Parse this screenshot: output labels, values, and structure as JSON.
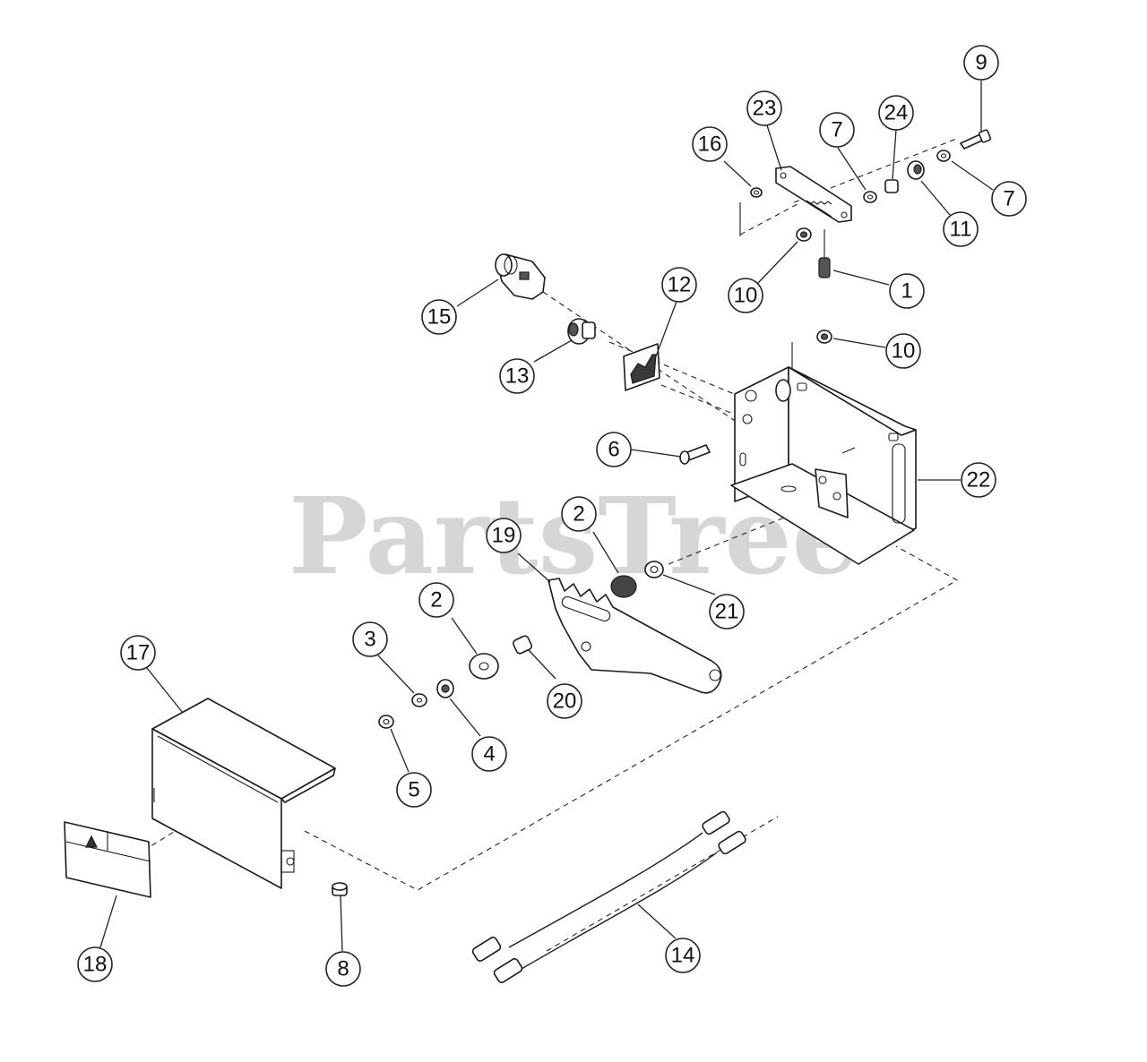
{
  "watermark": "PartsTree",
  "callouts": {
    "c1": "1",
    "c2a": "2",
    "c2b": "2",
    "c3": "3",
    "c4": "4",
    "c5": "5",
    "c6": "6",
    "c7a": "7",
    "c7b": "7",
    "c8": "8",
    "c9": "9",
    "c10a": "10",
    "c10b": "10",
    "c11": "11",
    "c12": "12",
    "c13": "13",
    "c14": "14",
    "c15": "15",
    "c16": "16",
    "c17": "17",
    "c18": "18",
    "c19": "19",
    "c20": "20",
    "c21": "21",
    "c22": "22",
    "c23": "23",
    "c24": "24"
  }
}
